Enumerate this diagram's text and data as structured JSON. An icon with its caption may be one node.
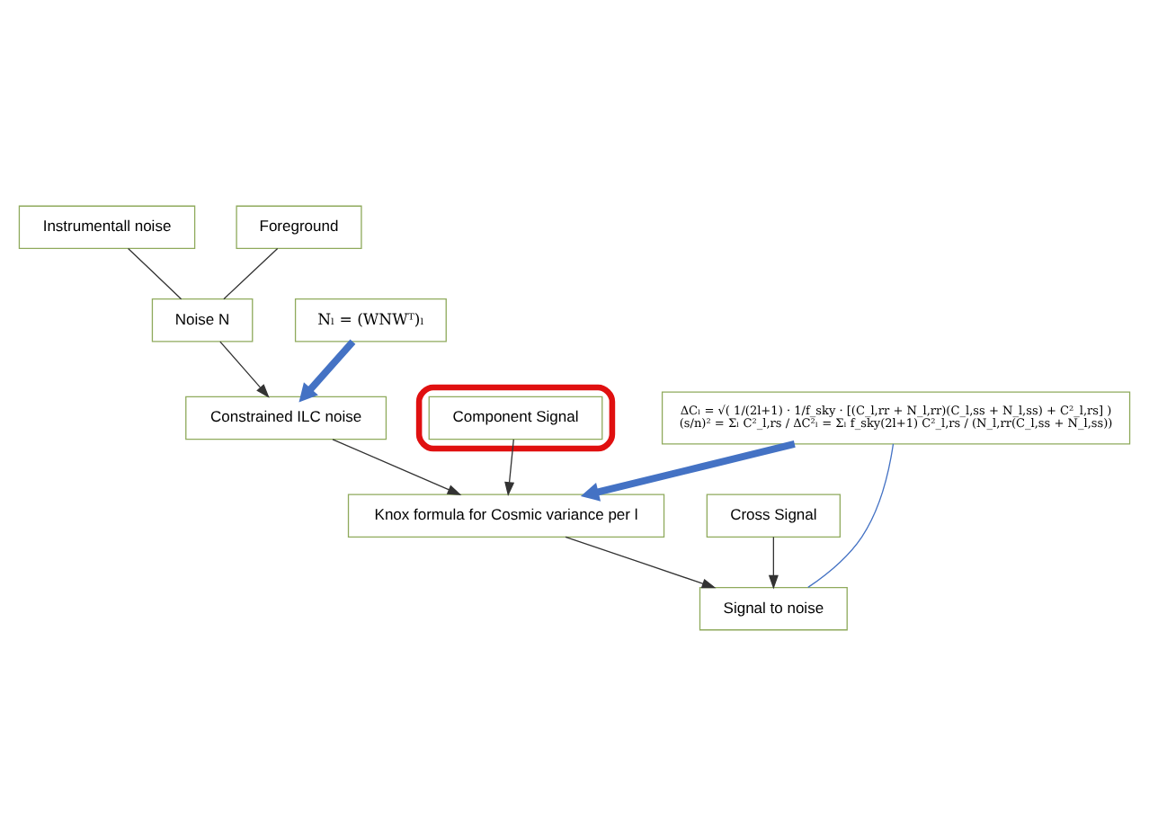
{
  "diagram": {
    "nodes": [
      {
        "text": [
          "Instrumentall noise"
        ]
      },
      {
        "text": [
          "Foreground"
        ]
      },
      {
        "text": [
          "Nₗ = (WNWᵀ)ₗ"
        ]
      },
      {
        "text": [],
        "shape": "box"
      },
      {
        "text": [
          "Component Signal"
        ],
        "in": 3
      },
      {
        "text": [
          "Noise N"
        ]
      },
      {
        "text": [
          "Constrained ILC noise"
        ]
      },
      {
        "text": [
          "Knox formula for Cosmic variance per l"
        ]
      },
      {
        "text": [
          "Cross Signal"
        ]
      },
      {
        "text": [
          "ΔCₗ = √( 1/(2l+1) · 1/f_sky · [(C_l,rr + N_l,rr)(C_l,ss + N_l,ss) + C²_l,rs] )",
          "(s/n)² = Σₗ C²_l,rs / ΔC²ₗ = Σₗ f_sky(2l+1) C²_l,rs / (N_l,rr(C_l,ss + N_l,ss))"
        ]
      },
      {
        "text": [
          "Signal to noise"
        ]
      }
    ],
    "edges": [
      {
        "from": 0,
        "to": 5,
        "arrow": "none"
      },
      {
        "from": 1,
        "to": 5,
        "arrow": "none"
      },
      {
        "from": 5,
        "to": 6,
        "arrow": "to"
      },
      {
        "from": 2,
        "to": 6,
        "arrow": "to",
        "style": "thick",
        "color": "#4472c4"
      },
      {
        "from": 4,
        "to": 7,
        "arrow": "to"
      },
      {
        "from": 6,
        "to": 7,
        "arrow": "to"
      },
      {
        "from": 9,
        "to": 7,
        "arrow": "to",
        "style": "thick",
        "color": "#4472c4"
      },
      {
        "from": 7,
        "to": 10,
        "arrow": "to"
      },
      {
        "from": 8,
        "to": 10,
        "arrow": "to"
      },
      {
        "from": 9,
        "to": 10,
        "arrow": "none",
        "color": "#4472c4"
      }
    ]
  }
}
